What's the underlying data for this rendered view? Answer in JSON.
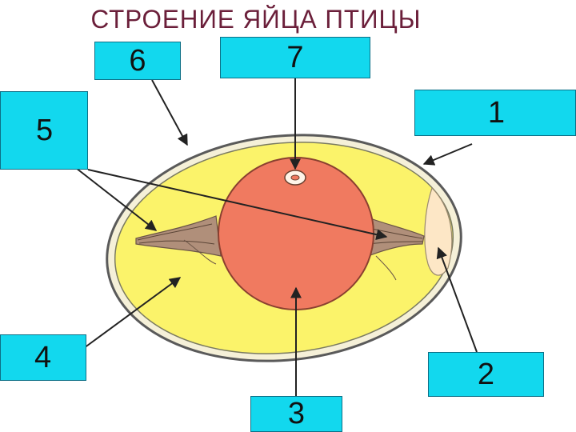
{
  "title": "СТРОЕНИЕ ЯЙЦА ПТИЦЫ",
  "labels": {
    "l1": "1",
    "l2": "2",
    "l3": "3",
    "l4": "4",
    "l5": "5",
    "l6": "6",
    "l7": "7"
  },
  "colors": {
    "albumen": "#fbf36a",
    "yolk": "#f07a60",
    "air_cell": "#fde7c6",
    "box": "#12d8ee",
    "title": "#6b1f3a"
  }
}
